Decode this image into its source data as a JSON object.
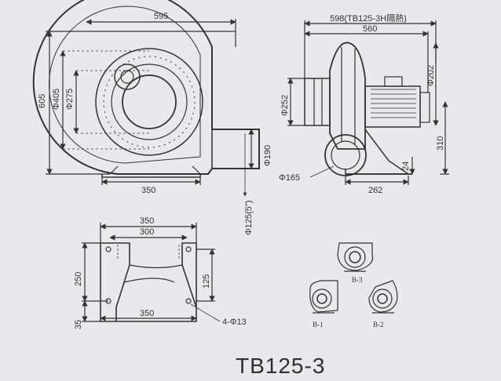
{
  "title": "TB125-3",
  "front_view": {
    "width": "595",
    "height": "605",
    "diameter_outer": "Φ405",
    "diameter_inner": "Φ275",
    "base": "350",
    "outlet": "Φ190",
    "outlet_pipe": "Φ125(5\")"
  },
  "side_view": {
    "overall": "598(TB125-3H隔熱)",
    "length": "560",
    "motor_dia": "Φ202",
    "housing_dia": "Φ252",
    "height": "310",
    "foot": "24",
    "inlet": "Φ165",
    "base": "262"
  },
  "base_view": {
    "outer": "350",
    "inner": "300",
    "height": "250",
    "slot": "125",
    "bottom": "350",
    "offset": "35",
    "holes": "4-Φ13"
  },
  "variants": {
    "b1": "B-1",
    "b2": "B-2",
    "b3": "B-3"
  }
}
